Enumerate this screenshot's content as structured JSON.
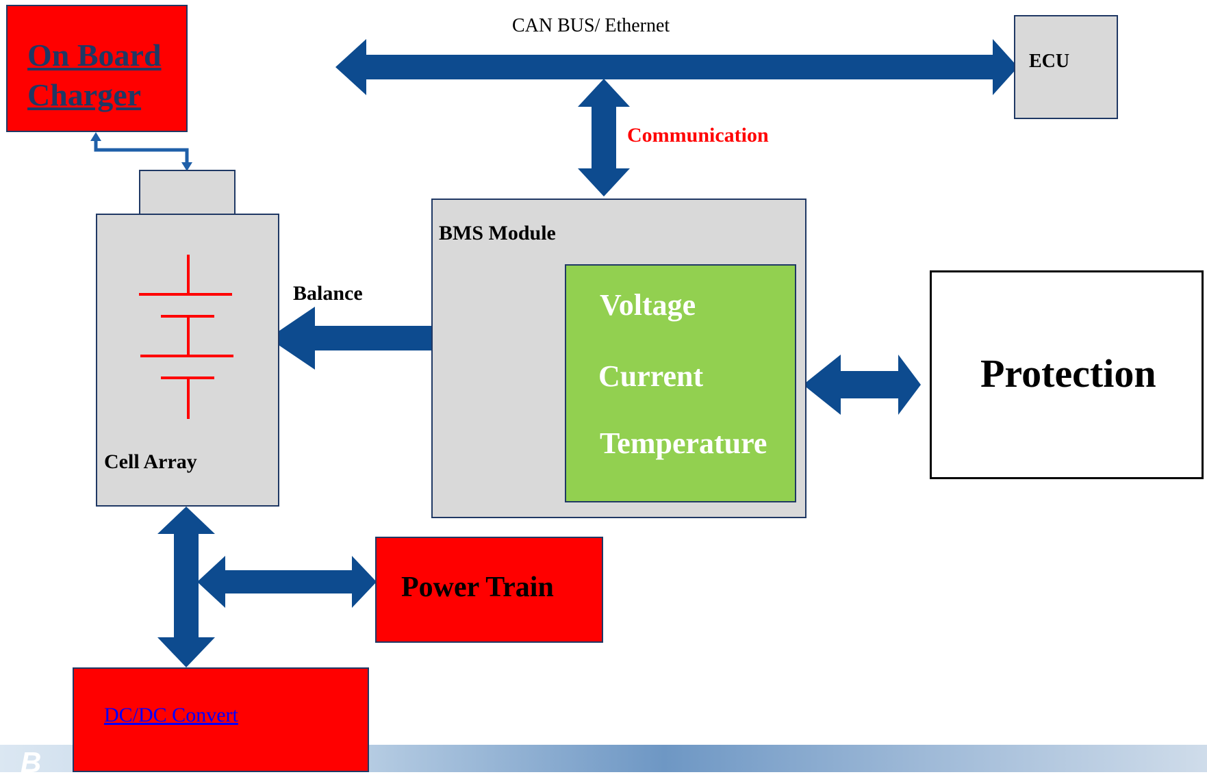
{
  "bus": {
    "label": "CAN BUS/ Ethernet"
  },
  "ecu": {
    "label": "ECU"
  },
  "communication": {
    "label": "Communication",
    "color": "#ff0000"
  },
  "charger": {
    "line1": "On Board",
    "line2": "Charger"
  },
  "bms": {
    "title": "BMS Module"
  },
  "sensing": {
    "items": [
      "Voltage",
      "Current",
      "Temperature"
    ]
  },
  "protection": {
    "label": "Protection"
  },
  "cell_array": {
    "label": "Cell Array"
  },
  "balance": {
    "label": "Balance"
  },
  "power_train": {
    "label": "Power Train"
  },
  "dcdc": {
    "label": "DC/DC Convert"
  },
  "colors": {
    "arrow": "#0d4b8f",
    "block_grey": "#d9d9d9",
    "block_red": "#ff0000",
    "block_green": "#92d050",
    "battery_symbol": "#ff0000"
  }
}
